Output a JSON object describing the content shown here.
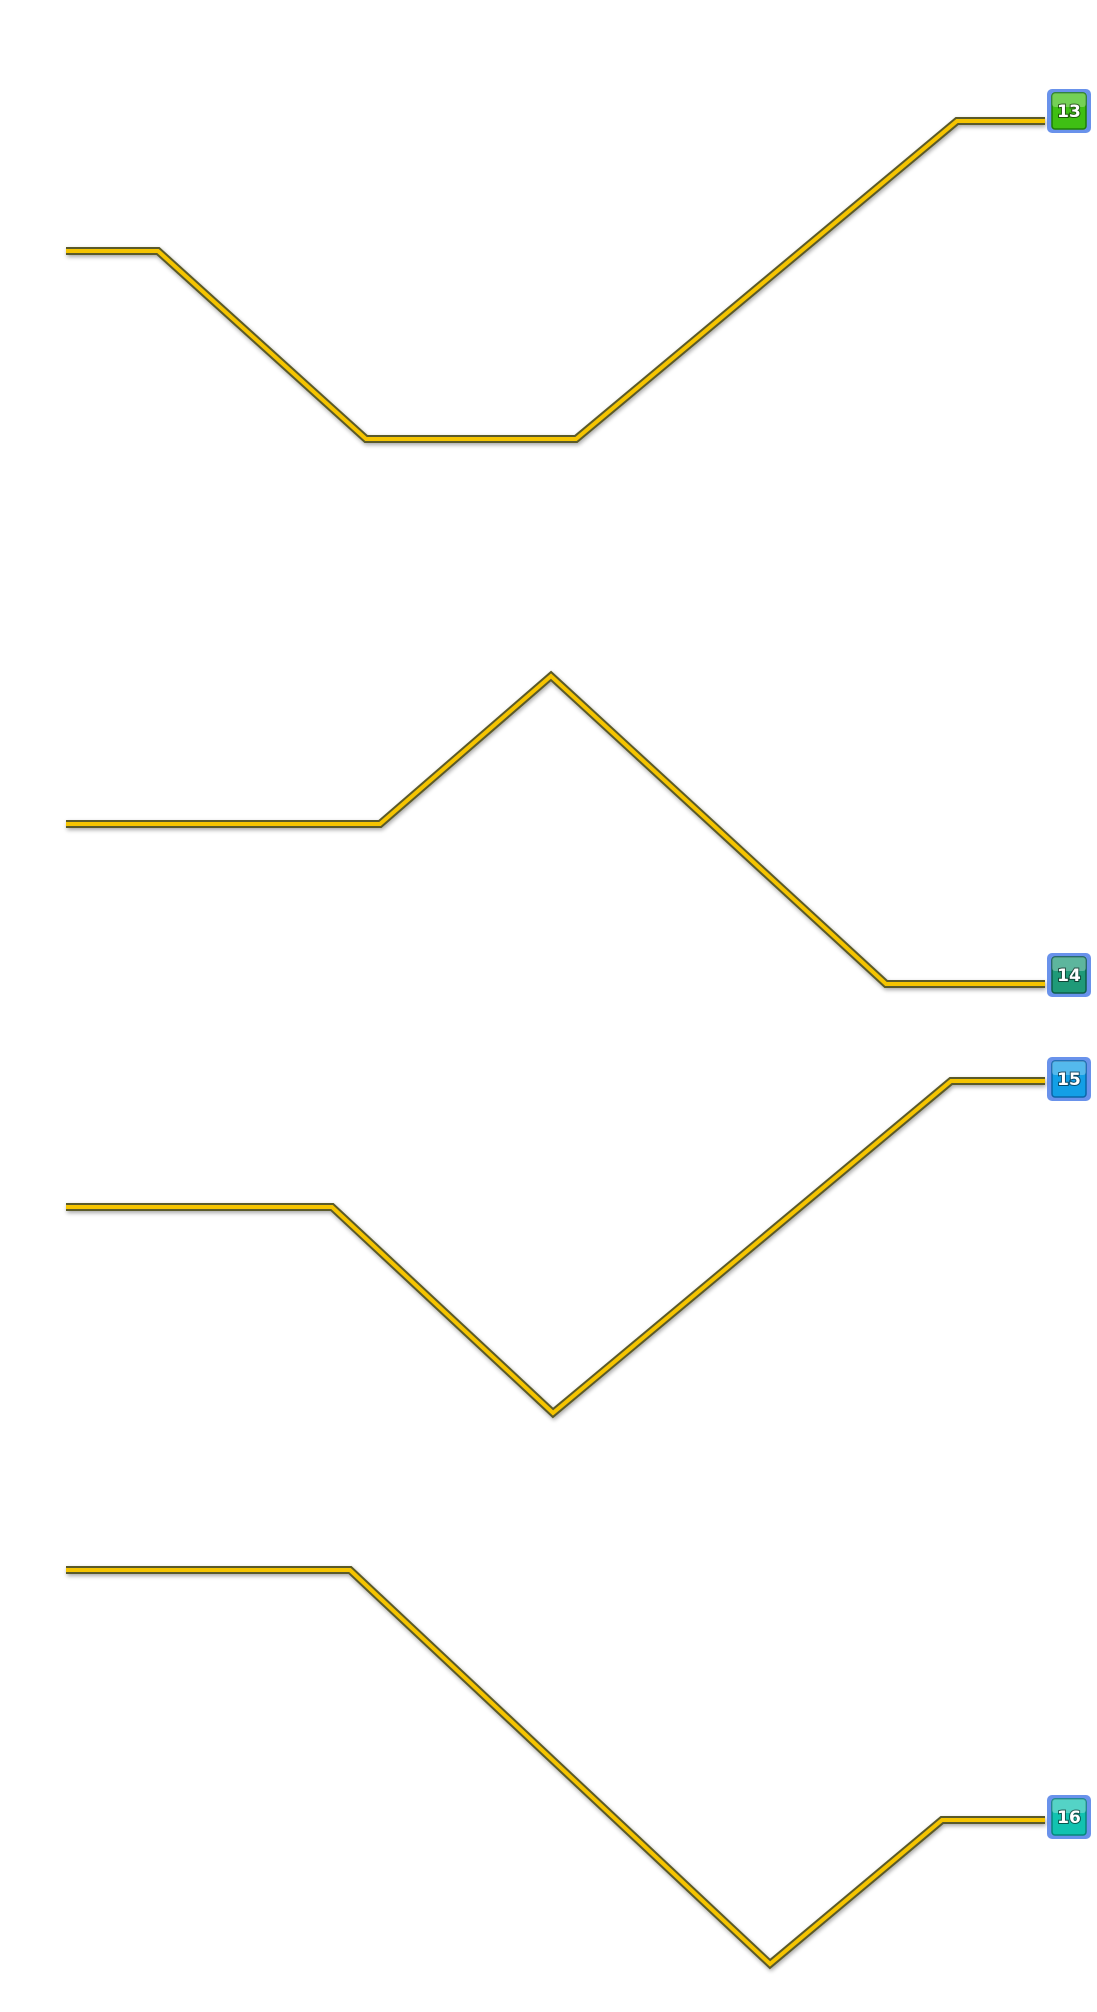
{
  "paths": [
    {
      "label": "13",
      "color": "#3fbf14",
      "color_dark": "#1f7f06"
    },
    {
      "label": "14",
      "color": "#1f9a78",
      "color_dark": "#0d5e48"
    },
    {
      "label": "15",
      "color": "#139fe6",
      "color_dark": "#0a66a8"
    },
    {
      "label": "16",
      "color": "#12c2b0",
      "color_dark": "#07867a"
    }
  ],
  "colors": {
    "track": "#f5c400",
    "track_edge": "#5a5a2a",
    "badge_frame": "#4f7fe8"
  }
}
